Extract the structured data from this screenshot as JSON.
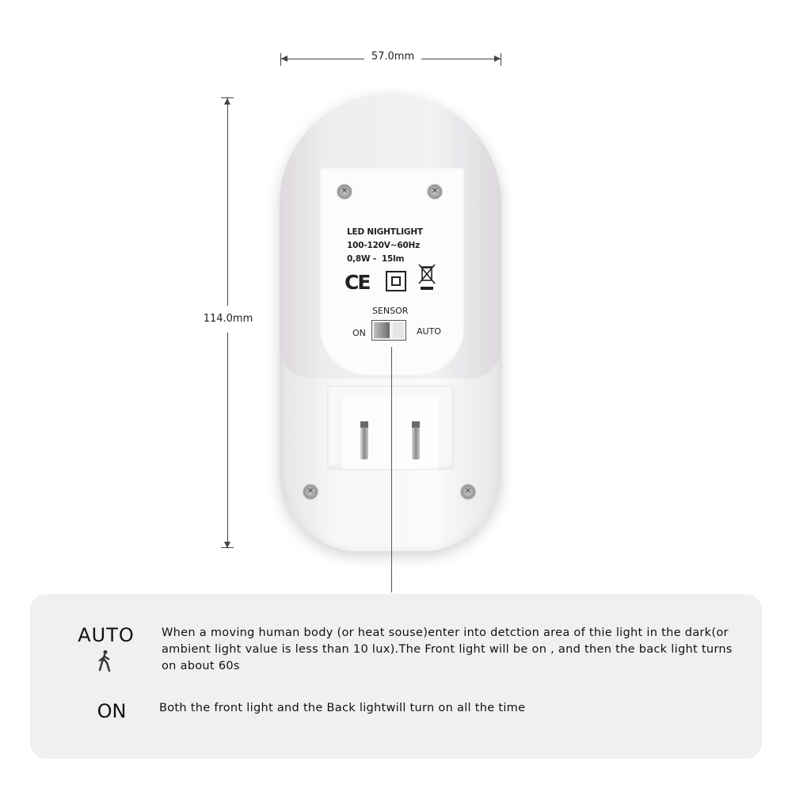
{
  "dimensions": {
    "width_label": "57.0mm",
    "height_label": "114.0mm"
  },
  "device_label": {
    "line1": "LED NIGHTLIGHT",
    "line2": "100-120V~60Hz",
    "line3": "0,8W -  15lm",
    "ce_mark": "CE",
    "switch_title": "SENSOR",
    "switch_left": "ON",
    "switch_right": "AUTO"
  },
  "modes": [
    {
      "name": "AUTO",
      "icon": "walking-person-icon",
      "description": "When a moving human body (or heat souse)enter into detction area of thie light in the dark(or ambient light value is less than 10 lux).The Front light will be on , and then the back light turns on about 60s"
    },
    {
      "name": "ON",
      "description": "Both the front light and the Back lightwill turn on all the time"
    }
  ],
  "colors": {
    "panel_bg": "#f0f0f0",
    "text": "#111111"
  }
}
